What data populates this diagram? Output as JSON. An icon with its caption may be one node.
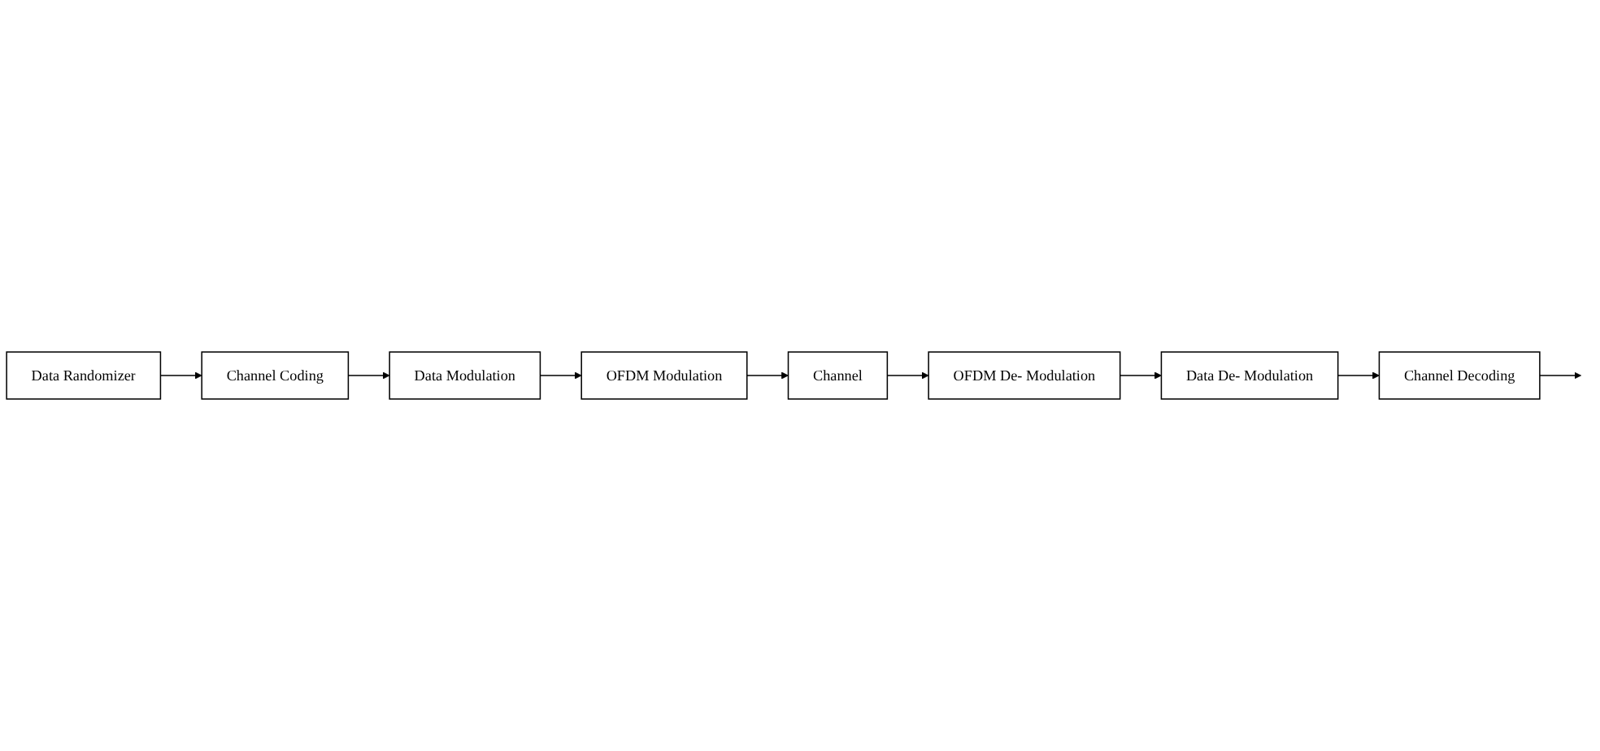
{
  "diagram": {
    "nodes": [
      {
        "text": [
          "Data Randomizer"
        ]
      },
      {
        "text": [
          "Channel Coding"
        ]
      },
      {
        "text": [
          "Data Modulation"
        ]
      },
      {
        "text": [
          "OFDM Modulation"
        ]
      },
      {
        "text": [
          "Channel"
        ]
      },
      {
        "text": [
          "OFDM De- Modulation"
        ]
      },
      {
        "text": [
          "Data De- Modulation"
        ]
      },
      {
        "text": [
          "Channel Decoding"
        ]
      }
    ],
    "edges": [
      {
        "from": 0,
        "to": 1,
        "arrow": "to"
      },
      {
        "from": 1,
        "to": 2,
        "arrow": "to"
      },
      {
        "from": 2,
        "to": 3,
        "arrow": "to"
      },
      {
        "from": 3,
        "to": 4,
        "arrow": "to"
      },
      {
        "from": 4,
        "to": 5,
        "arrow": "to"
      },
      {
        "from": 5,
        "to": 6,
        "arrow": "to"
      },
      {
        "from": 6,
        "to": 7,
        "arrow": "to"
      },
      {
        "from": 7,
        "to": null,
        "arrow": "to"
      }
    ]
  }
}
